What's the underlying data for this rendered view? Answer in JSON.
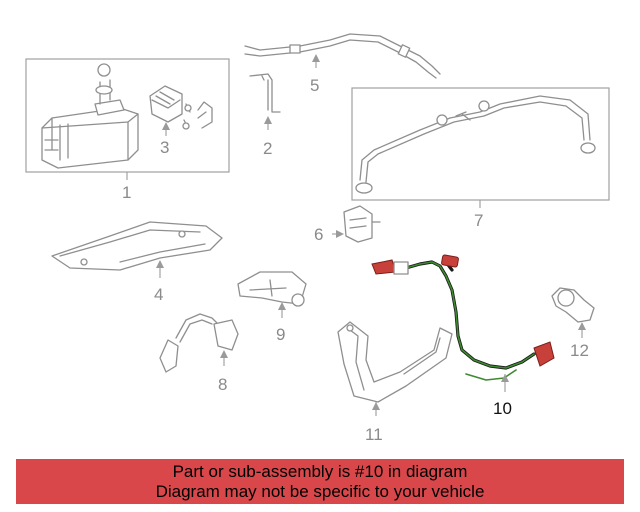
{
  "callouts": {
    "c1": "1",
    "c2": "2",
    "c3": "3",
    "c4": "4",
    "c5": "5",
    "c6": "6",
    "c7": "7",
    "c8": "8",
    "c9": "9",
    "c10": "10",
    "c11": "11",
    "c12": "12"
  },
  "banner": {
    "line1": "Part or sub-assembly is #10 in diagram",
    "line2": "Diagram may not be specific to your vehicle"
  },
  "colors": {
    "banner_bg": "#d9474a",
    "highlight_wire": "#3d8a2f",
    "highlight_connector": "#c8403a"
  }
}
